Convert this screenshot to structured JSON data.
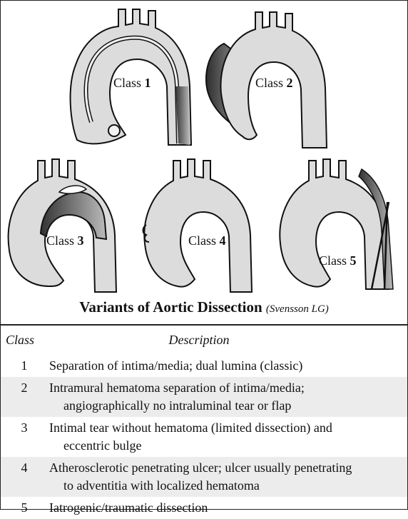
{
  "figure": {
    "panels": [
      {
        "word": "Class",
        "num": "1"
      },
      {
        "word": "Class",
        "num": "2"
      },
      {
        "word": "Class",
        "num": "3"
      },
      {
        "word": "Class",
        "num": "4"
      },
      {
        "word": "Class",
        "num": "5"
      }
    ],
    "title": "Variants of Aortic Dissection",
    "source": "(Svensson LG)"
  },
  "table": {
    "headers": {
      "class": "Class",
      "description": "Description"
    },
    "rows": [
      {
        "num": "1",
        "line1": "Separation of intima/media; dual lumina (classic)",
        "line2": ""
      },
      {
        "num": "2",
        "line1": "Intramural hematoma separation of intima/media;",
        "line2": "angiographically no intraluminal tear or flap"
      },
      {
        "num": "3",
        "line1": "Intimal tear without hematoma (limited dissection) and",
        "line2": "eccentric bulge"
      },
      {
        "num": "4",
        "line1": "Atherosclerotic penetrating ulcer; ulcer usually penetrating",
        "line2": "to adventitia with localized hematoma"
      },
      {
        "num": "5",
        "line1": "Iatrogenic/traumatic dissection",
        "line2": ""
      }
    ]
  },
  "colors": {
    "aorta_fill": "#dcdcdc",
    "dark_shade": "#555555",
    "row_shade": "#ececec"
  }
}
